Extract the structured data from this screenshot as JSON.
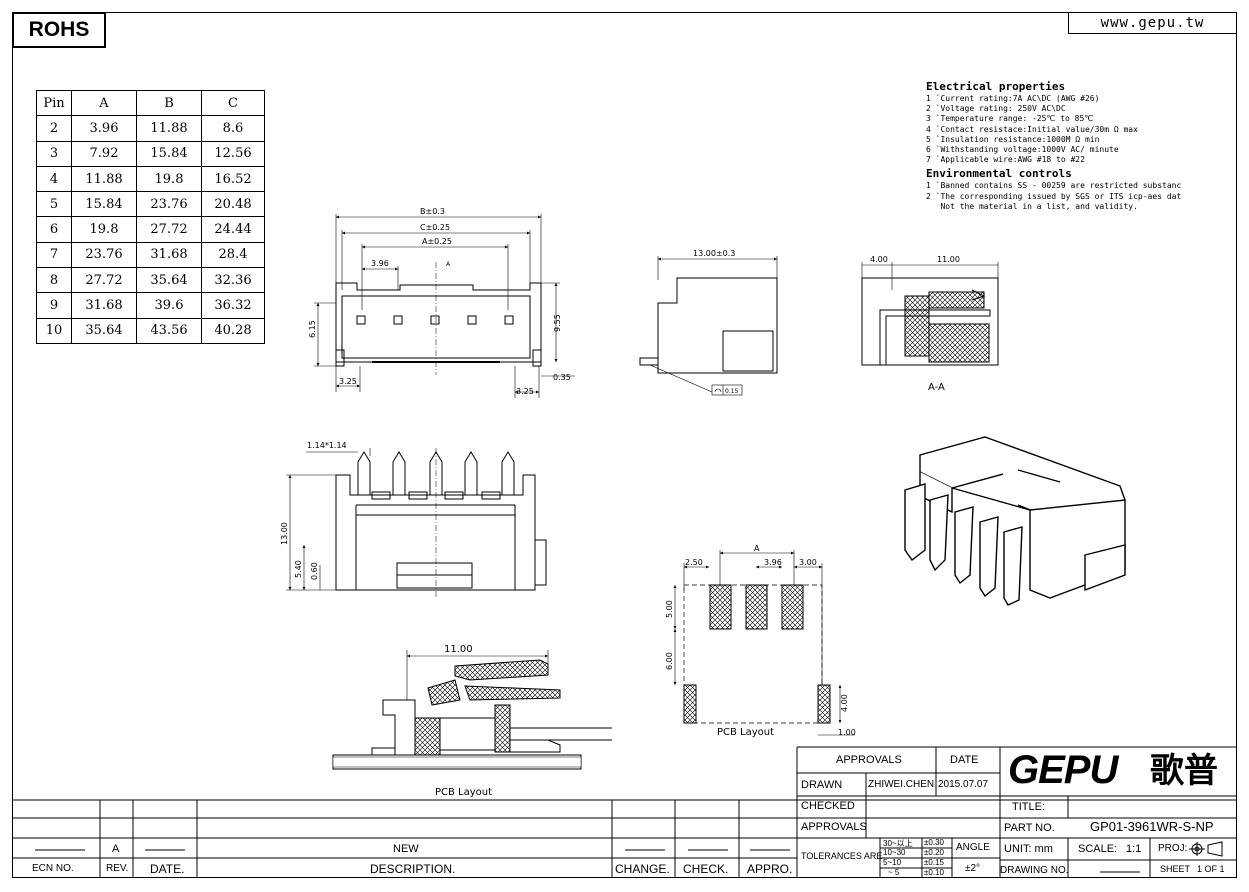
{
  "header": {
    "rohs": "ROHS",
    "website": "www.gepu.tw"
  },
  "pin_table": {
    "headers": [
      "Pin",
      "A",
      "B",
      "C"
    ],
    "rows": [
      [
        "2",
        "3.96",
        "11.88",
        "8.6"
      ],
      [
        "3",
        "7.92",
        "15.84",
        "12.56"
      ],
      [
        "4",
        "11.88",
        "19.8",
        "16.52"
      ],
      [
        "5",
        "15.84",
        "23.76",
        "20.48"
      ],
      [
        "6",
        "19.8",
        "27.72",
        "24.44"
      ],
      [
        "7",
        "23.76",
        "31.68",
        "28.4"
      ],
      [
        "8",
        "27.72",
        "35.64",
        "32.36"
      ],
      [
        "9",
        "31.68",
        "39.6",
        "36.32"
      ],
      [
        "10",
        "35.64",
        "43.56",
        "40.28"
      ]
    ]
  },
  "properties": {
    "electrical_title": "Electrical properties",
    "electrical": [
      "1 `Current rating:7A AC\\DC (AWG #26)",
      "2 `Voltage rating: 250V AC\\DC",
      "3 `Temperature range: -25℃ to 85℃",
      "4 `Contact resistace:Initial value/30m Ω max",
      "5 `Insulation resistance:1000M Ω min",
      "6 `Withstanding voltage:1000V AC/ minute",
      "7 `Applicable wire:AWG #18 to #22"
    ],
    "environmental_title": "Environmental controls",
    "environmental": [
      "1 `Banned contains SS - 00259 are restricted substanc",
      "2 `The corresponding issued by SGS or ITS icp-aes dat",
      "   Not the material in a list, and validity."
    ]
  },
  "drawing_labels": {
    "b_dim": "B±0.3",
    "c_dim": "C±0.25",
    "a_dim": "A±0.25",
    "pitch": "3.96",
    "a_mark": "A",
    "h615": "6.15",
    "h955": "9.55",
    "w325a": "3.25",
    "w325b": "3.25",
    "w035": "0.35",
    "side_w": "13.00±0.3",
    "flat": "0.15",
    "sec_w1": "4.00",
    "sec_w2": "11.00",
    "section": "A-A",
    "pin_sq": "1.14*1.14",
    "h1300": "13.00",
    "h540": "5.40",
    "h060": "0.60",
    "pcb_w": "11.00",
    "pcb_label_1": "PCB Layout",
    "pcb_label_2": "PCB Layout",
    "fp_a": "A",
    "fp_250": "2.50",
    "fp_396": "3.96",
    "fp_300": "3.00",
    "fp_500": "5.00",
    "fp_600": "6.00",
    "fp_400": "4.00",
    "fp_100": "1.00"
  },
  "title_block": {
    "approvals_head": "APPROVALS",
    "date_head": "DATE",
    "drawn": "DRAWN",
    "drawn_by": "ZHIWEI.CHEN",
    "drawn_date": "2015.07.07",
    "checked": "CHECKED",
    "approvals": "APPROVALS",
    "tolerances": "TOLERANCES ARE",
    "tol_ranges": [
      "30~以上",
      "10~30",
      "5~10",
      "~ 5"
    ],
    "tol_values": [
      "±0.30",
      "±0.20",
      "±0.15",
      "±0.10"
    ],
    "angle": "ANGLE",
    "angle_value": "±2°",
    "logo": "GEPU",
    "logo_cn": "歌普",
    "title": "TITLE:",
    "part_no": "PART NO.",
    "part_value": "GP01-3961WR-S-NP",
    "unit": "UNIT: mm",
    "scale": "SCALE:",
    "scale_value": "1:1",
    "proj": "PROJ:",
    "drawing_no": "DRAWING NO.",
    "sheet": "SHEET",
    "sheet_value": "1 OF 1"
  },
  "revision_block": {
    "rev_value": "A",
    "new": "NEW",
    "ecn_no": "ECN NO.",
    "rev": "REV.",
    "date": "DATE.",
    "description": "DESCRIPTION.",
    "change": "CHANGE.",
    "check": "CHECK.",
    "appro": "APPRO."
  }
}
